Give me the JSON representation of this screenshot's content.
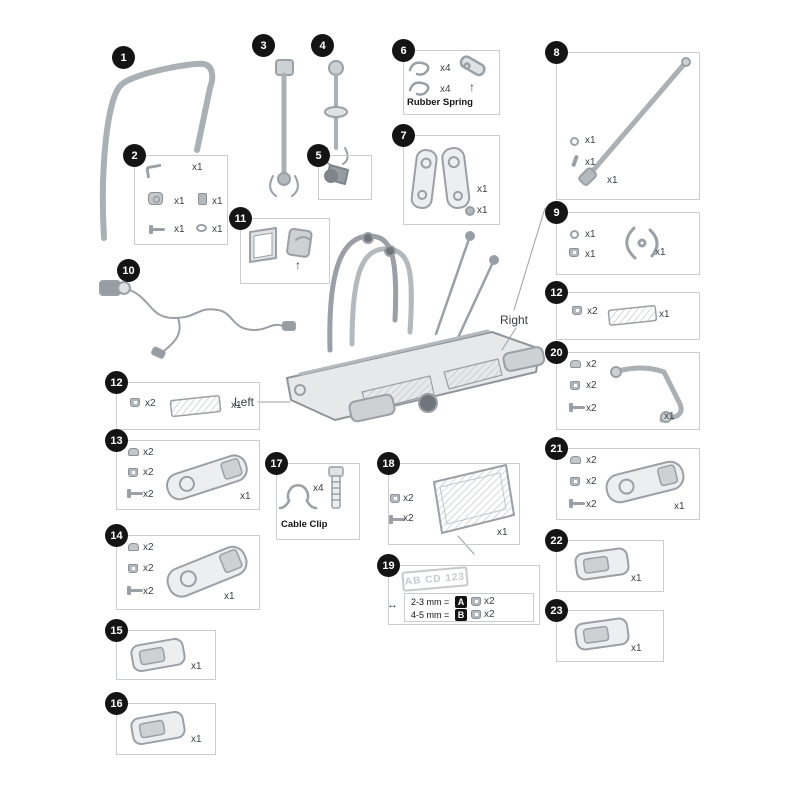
{
  "labels": {
    "left": "Left",
    "right": "Right"
  },
  "arrows": {
    "up": "↑"
  },
  "callouts": {
    "c1": "1",
    "c2": "2",
    "c3": "3",
    "c4": "4",
    "c5": "5",
    "c6": "6",
    "c7": "7",
    "c8": "8",
    "c9": "9",
    "c10": "10",
    "c11": "11",
    "c12r": "12",
    "c12l": "12",
    "c13": "13",
    "c14": "14",
    "c15": "15",
    "c16": "16",
    "c17": "17",
    "c18": "18",
    "c19": "19",
    "c20": "20",
    "c21": "21",
    "c22": "22",
    "c23": "23"
  },
  "boxes": {
    "b2": {
      "items": [
        {
          "icon": "allen-key",
          "qty": "x1"
        },
        {
          "icon": "knob",
          "qty": "x1"
        },
        {
          "icon": "nut",
          "qty": "x1"
        },
        {
          "icon": "screw",
          "qty": "x1"
        },
        {
          "icon": "washer",
          "qty": "x1"
        }
      ]
    },
    "b6": {
      "caption": "Rubber Spring",
      "items": [
        {
          "icon": "rubber-spring",
          "qty": "x4"
        },
        {
          "icon": "rubber-spring",
          "qty": "x4"
        }
      ]
    },
    "b7": {
      "items": [
        {
          "icon": "mount-plate",
          "qty": "x1"
        },
        {
          "icon": "lock-nut",
          "qty": "x1"
        }
      ]
    },
    "b8": {
      "items": [
        {
          "icon": "circlip",
          "qty": "x1"
        },
        {
          "icon": "pin",
          "qty": "x1"
        },
        {
          "icon": "tilt-bar",
          "qty": "x1"
        }
      ]
    },
    "b9": {
      "items": [
        {
          "icon": "circlip",
          "qty": "x1"
        },
        {
          "icon": "clip",
          "qty": "x1"
        },
        {
          "icon": "clamp",
          "qty": "x1"
        }
      ]
    },
    "b12r": {
      "items": [
        {
          "icon": "clip",
          "qty": "x2"
        },
        {
          "icon": "reflector",
          "qty": "x1"
        }
      ]
    },
    "b12l": {
      "items": [
        {
          "icon": "clip",
          "qty": "x2"
        },
        {
          "icon": "reflector",
          "qty": "x1"
        }
      ]
    },
    "b13": {
      "items": [
        {
          "icon": "cap",
          "qty": "x2"
        },
        {
          "icon": "clip",
          "qty": "x2"
        },
        {
          "icon": "screw",
          "qty": "x2"
        },
        {
          "icon": "tail-lamp",
          "qty": "x1"
        }
      ]
    },
    "b14": {
      "items": [
        {
          "icon": "cap",
          "qty": "x2"
        },
        {
          "icon": "clip",
          "qty": "x2"
        },
        {
          "icon": "screw",
          "qty": "x2"
        },
        {
          "icon": "tail-lamp",
          "qty": "x1"
        }
      ]
    },
    "b15": {
      "items": [
        {
          "icon": "lamp-pod",
          "qty": "x1"
        }
      ]
    },
    "b16": {
      "items": [
        {
          "icon": "lamp-pod",
          "qty": "x1"
        }
      ]
    },
    "b17": {
      "caption": "Cable Clip",
      "items": [
        {
          "icon": "cable-clip",
          "qty": "x4"
        }
      ]
    },
    "b18": {
      "items": [
        {
          "icon": "clip",
          "qty": "x2"
        },
        {
          "icon": "screw",
          "qty": "x2"
        },
        {
          "icon": "number-plate-holder",
          "qty": "x1"
        }
      ]
    },
    "b19": {
      "plate_text": "AB CD 123",
      "rows": [
        {
          "label": "2-3 mm =",
          "key": "A",
          "qty": "x2"
        },
        {
          "label": "4-5 mm =",
          "key": "B",
          "qty": "x2"
        }
      ]
    },
    "b20": {
      "items": [
        {
          "icon": "cap",
          "qty": "x2"
        },
        {
          "icon": "clip",
          "qty": "x2"
        },
        {
          "icon": "screw",
          "qty": "x2"
        },
        {
          "icon": "swing-arm",
          "qty": "x1"
        }
      ]
    },
    "b21": {
      "items": [
        {
          "icon": "cap",
          "qty": "x2"
        },
        {
          "icon": "clip",
          "qty": "x2"
        },
        {
          "icon": "screw",
          "qty": "x2"
        },
        {
          "icon": "tail-lamp",
          "qty": "x1"
        }
      ]
    },
    "b22": {
      "items": [
        {
          "icon": "lamp-pod",
          "qty": "x1"
        }
      ]
    },
    "b23": {
      "items": [
        {
          "icon": "lamp-pod",
          "qty": "x1"
        }
      ]
    }
  }
}
